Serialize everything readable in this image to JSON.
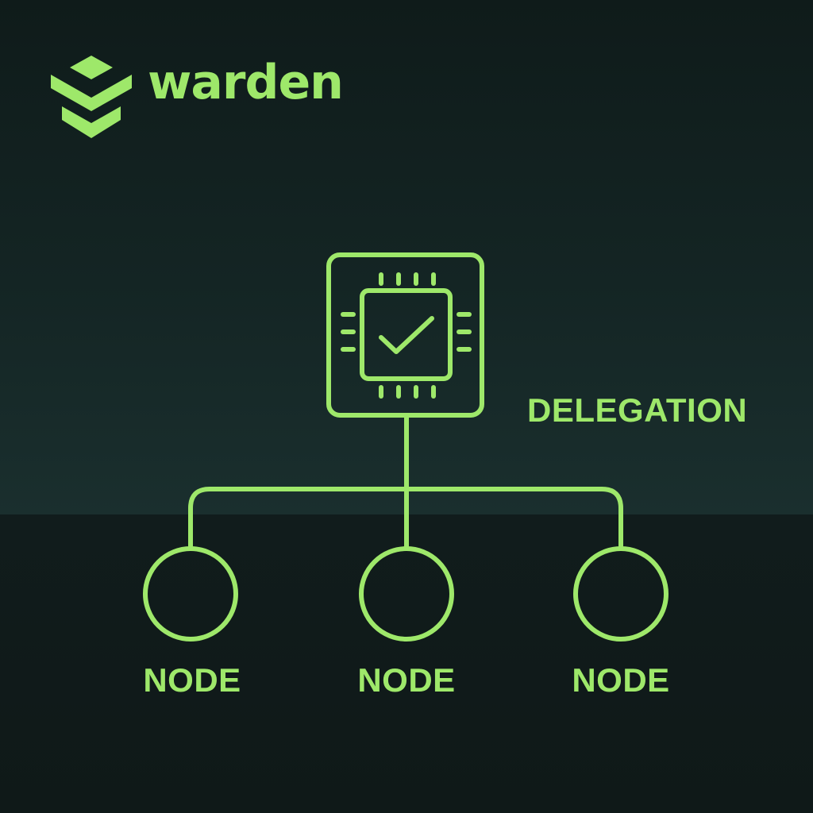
{
  "colors": {
    "accent": "#9ee86a",
    "background_top": "#142524",
    "background_bottom": "#0f1918"
  },
  "brand": {
    "name": "warden",
    "logo_icon": "stacked-chevron-logo-icon"
  },
  "diagram": {
    "root": {
      "icon": "processor-chip-check-icon",
      "label": "DELEGATION"
    },
    "nodes": [
      {
        "label": "NODE"
      },
      {
        "label": "NODE"
      },
      {
        "label": "NODE"
      }
    ]
  }
}
